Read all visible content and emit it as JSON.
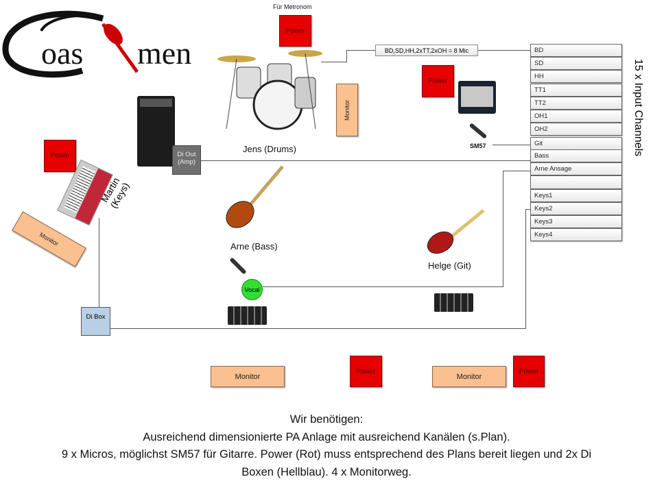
{
  "logo": {
    "text": "Coastmen"
  },
  "metronome": {
    "label": "Für Metronom",
    "power": "Power"
  },
  "drums": {
    "caption": "Jens (Drums)",
    "mic_label": "BD,SD,HH,2xTT,2xOH = 8 Mic"
  },
  "monitor_label": "Monitor",
  "power_label": "Power",
  "channels": {
    "title": "15 x Input Channels",
    "items": [
      "BD",
      "SD",
      "HH",
      "TT1",
      "TT2",
      "OH1",
      "OH2",
      "Git",
      "Bass",
      "Arne Ansage",
      "",
      "Keys1",
      "Keys2",
      "Keys3",
      "Keys4"
    ]
  },
  "guitar": {
    "caption": "Helge  (Git)",
    "mic": "SM57"
  },
  "bass": {
    "caption": "Arne (Bass)",
    "di_out": "Di Out (Amp)"
  },
  "keys": {
    "caption": "Martin (Keys)",
    "di_box": "Di Box"
  },
  "vocal": {
    "label": "Vocal"
  },
  "colors": {
    "power": "#e60000",
    "monitor": "#fac090",
    "di_box": "#b8d0e6",
    "vocal": "#33dd33"
  },
  "notes": [
    "Wir benötigen:",
    "Ausreichend dimensionierte PA Anlage mit ausreichend Kanälen (s.Plan).",
    "9 x Micros,  möglichst SM57 für Gitarre. Power (Rot) muss entsprechend des Plans bereit liegen und 2x Di",
    "Boxen (Hellblau). 4 x Monitorweg."
  ]
}
